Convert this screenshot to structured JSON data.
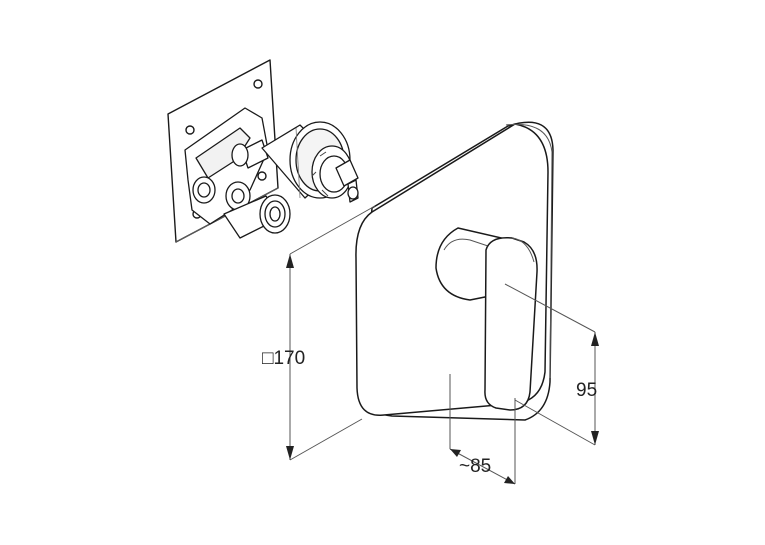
{
  "colors": {
    "stroke": "#1a1a1a",
    "light_stroke": "#555555",
    "background": "#ffffff",
    "shade": "#e6e6e6"
  },
  "dimensions": {
    "height_label": "□170",
    "depth_label": "~85",
    "lever_height_label": "95"
  }
}
